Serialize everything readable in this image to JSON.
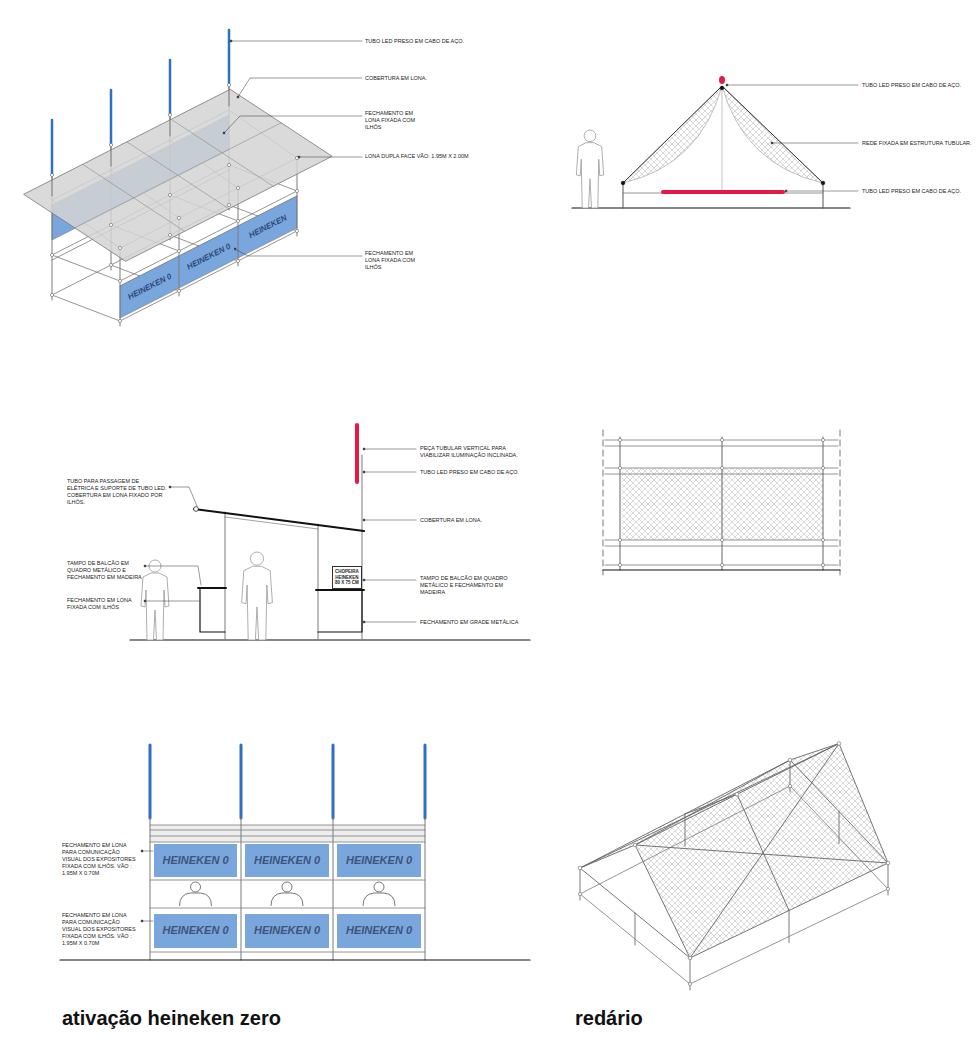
{
  "diagram": {
    "nodes": [
      {
        "text": [
          "CHOPEIRA HEINEKEN 80 X 75 CM"
        ]
      },
      {
        "text": [
          "HEINEKEN 0"
        ]
      },
      {
        "text": [
          "HEINEKEN 0"
        ]
      },
      {
        "text": [
          "HEINEKEN 0"
        ]
      },
      {
        "text": [
          "HEINEKEN 0"
        ]
      },
      {
        "text": [
          "HEINEKEN 0"
        ]
      },
      {
        "text": [
          "HEINEKEN 0"
        ]
      }
    ],
    "labels": [
      "TUBO LED PRESO EM CABO DE AÇO.",
      "COBERTURA EM LONA.",
      "FECHAMENTO EM LONA FIXADA COM ILHÓS",
      "LONA DUPLA FACE VÃO: 1.95M X 2.00M",
      "FECHAMENTO EM LONA FIXADA COM ILHÓS",
      "HEINEKEN 0",
      "HEINEKEN 0",
      "HEINEKEN",
      "TUBO LED PRESO EM CABO DE AÇO.",
      "REDE FIXADA EM ESTRUTURA TUBULAR.",
      "TUBO LED PRESO EM CABO DE AÇO.",
      "PEÇA TUBULAR VERTICAL PARA VIABILIZAR ILUMINAÇÃO INCLINADA.",
      "TUBO LED PRESO EM CABO DE AÇO.",
      "TUBO PARA PASSAGEM DE ELÉTRICA E SUPORTE DE TUBO LED. COBERTURA EM LONA FIXADO POR ILHÓS.",
      "COBERTURA EM LONA.",
      "TAMPO DE BALCÃO EM QUADRO METÁLICO E FECHAMENTO EM MADEIRA",
      "TAMPO DE BALCÃO EM QUADRO METÁLICO E FECHAMENTO EM MADEIRA",
      "FECHAMENTO EM LONA FIXADA COM ILHÓS",
      "FECHAMENTO EM GRADE METÁLICA",
      "FECHAMENTO EM LONA PARA COMUNICAÇÃO VISUAL DOS EXPOSITORES FIXADA COM ILHÓS. VÃO : 1.95M X 0.70M",
      "FECHAMENTO EM LONA PARA COMUNICAÇÃO VISUAL DOS EXPOSITORES FIXADA COM ILHÓS. VÃO : 1.95M X 0.70M",
      "ativação heineken zero",
      "redário"
    ]
  }
}
